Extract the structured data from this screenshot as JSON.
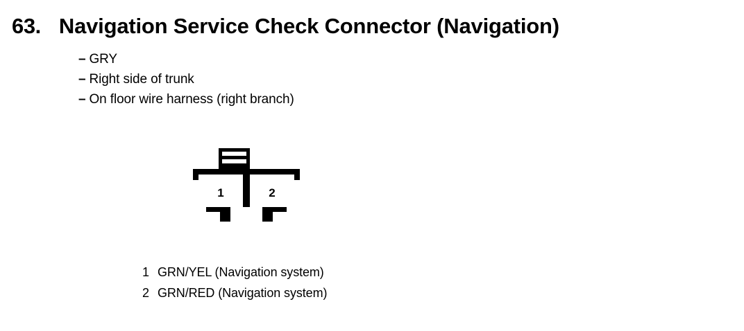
{
  "heading": {
    "number": "63.",
    "title": "Navigation Service Check Connector (Navigation)"
  },
  "details": {
    "dash": "–",
    "items": [
      "GRY",
      "Right side of trunk",
      "On floor wire harness (right branch)"
    ]
  },
  "connector": {
    "name": "2-pin-connector-diagram",
    "outline_color": "#000000",
    "fill_color": "#ffffff",
    "pins": [
      {
        "number": "1"
      },
      {
        "number": "2"
      }
    ]
  },
  "legend": {
    "rows": [
      {
        "pin": "1",
        "description": "GRN/YEL (Navigation system)"
      },
      {
        "pin": "2",
        "description": "GRN/RED (Navigation system)"
      }
    ]
  }
}
